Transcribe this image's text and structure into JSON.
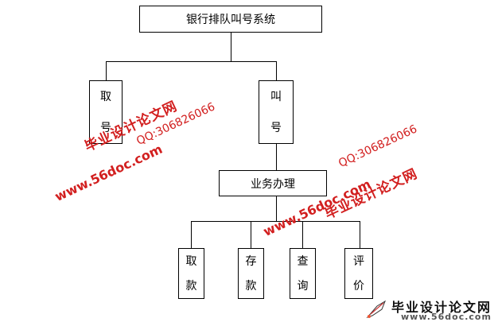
{
  "diagram": {
    "root": "银行排队叫号系统",
    "level1": [
      {
        "id": "qu-hao",
        "chars": [
          "取",
          "号"
        ]
      },
      {
        "id": "jiao-hao",
        "chars": [
          "叫",
          "号"
        ]
      }
    ],
    "level2": "业务办理",
    "level3": [
      {
        "id": "qu-kuan",
        "chars": [
          "取",
          "款"
        ]
      },
      {
        "id": "cun-kuan",
        "chars": [
          "存",
          "款"
        ]
      },
      {
        "id": "cha-xun",
        "chars": [
          "查",
          "询"
        ]
      },
      {
        "id": "ping-jia",
        "chars": [
          "评",
          "价"
        ]
      }
    ]
  },
  "watermarks": {
    "cn": "毕业设计论文网",
    "url": "www.56doc.com",
    "qq": "QQ:306826066"
  },
  "footer_logo": {
    "cn": "毕业设计论文网",
    "url": "www.56doc.com"
  }
}
